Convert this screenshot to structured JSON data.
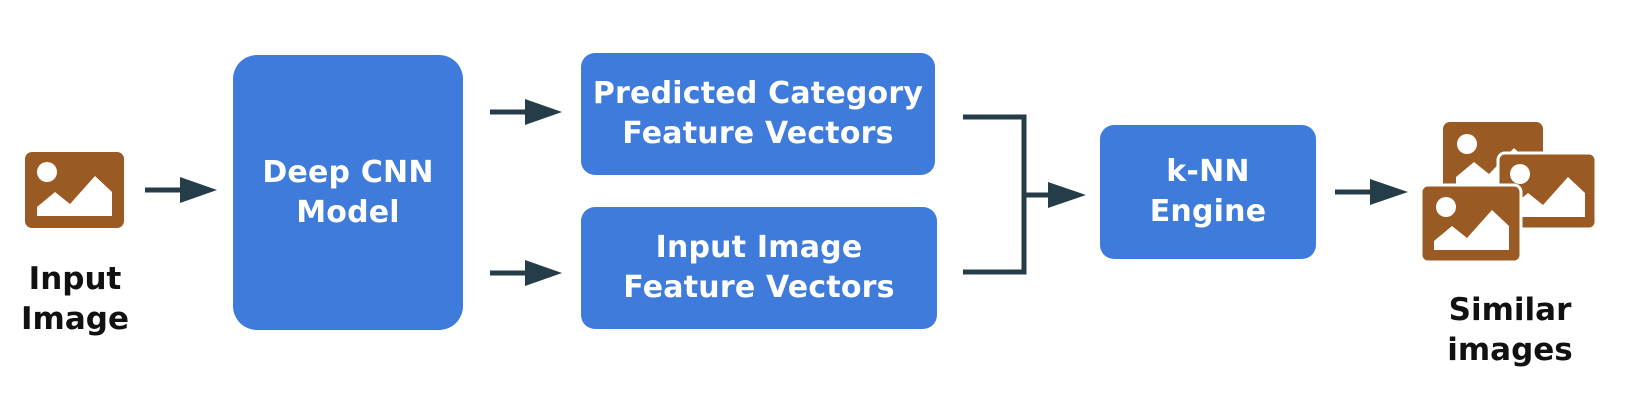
{
  "input_label": [
    "Input",
    "Image"
  ],
  "cnn_box": [
    "Deep CNN",
    "Model"
  ],
  "predicted_box": [
    "Predicted Category",
    "Feature Vectors"
  ],
  "input_features_box": [
    "Input Image",
    "Feature Vectors"
  ],
  "knn_box": [
    "k-NN",
    "Engine"
  ],
  "similar_label": "Similar images",
  "colors": {
    "box": "#3e7bdb",
    "image_icon": "#9a5a24",
    "arrow": "#243d48",
    "text": "#111111"
  },
  "icons": {
    "input": "image-icon",
    "output": "stacked-images-icon"
  }
}
